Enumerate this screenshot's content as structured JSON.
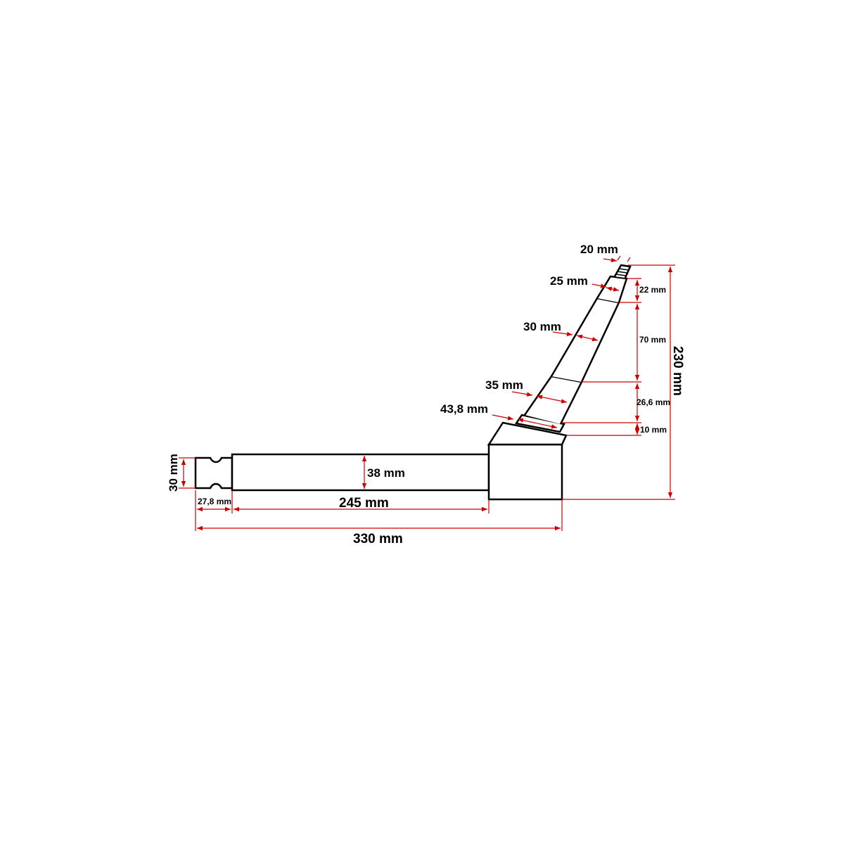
{
  "drawing": {
    "title": "Stub axle / steering knuckle dimension drawing",
    "colors": {
      "outline": "#000000",
      "dimension": "#cc0000",
      "background": "#ffffff"
    },
    "dimensions": {
      "tip_width": "20 mm",
      "step1_width": "25 mm",
      "step1_height": "22 mm",
      "step2_width": "30 mm",
      "step2_height": "70 mm",
      "step3_width": "35 mm",
      "step3_height": "26,6 mm",
      "collar_width": "43,8 mm",
      "collar_height": "10 mm",
      "total_height": "230 mm",
      "shaft_diameter": "38 mm",
      "shaft_length": "245 mm",
      "end_diameter": "30 mm",
      "end_length": "27,8 mm",
      "total_length": "330 mm"
    }
  }
}
